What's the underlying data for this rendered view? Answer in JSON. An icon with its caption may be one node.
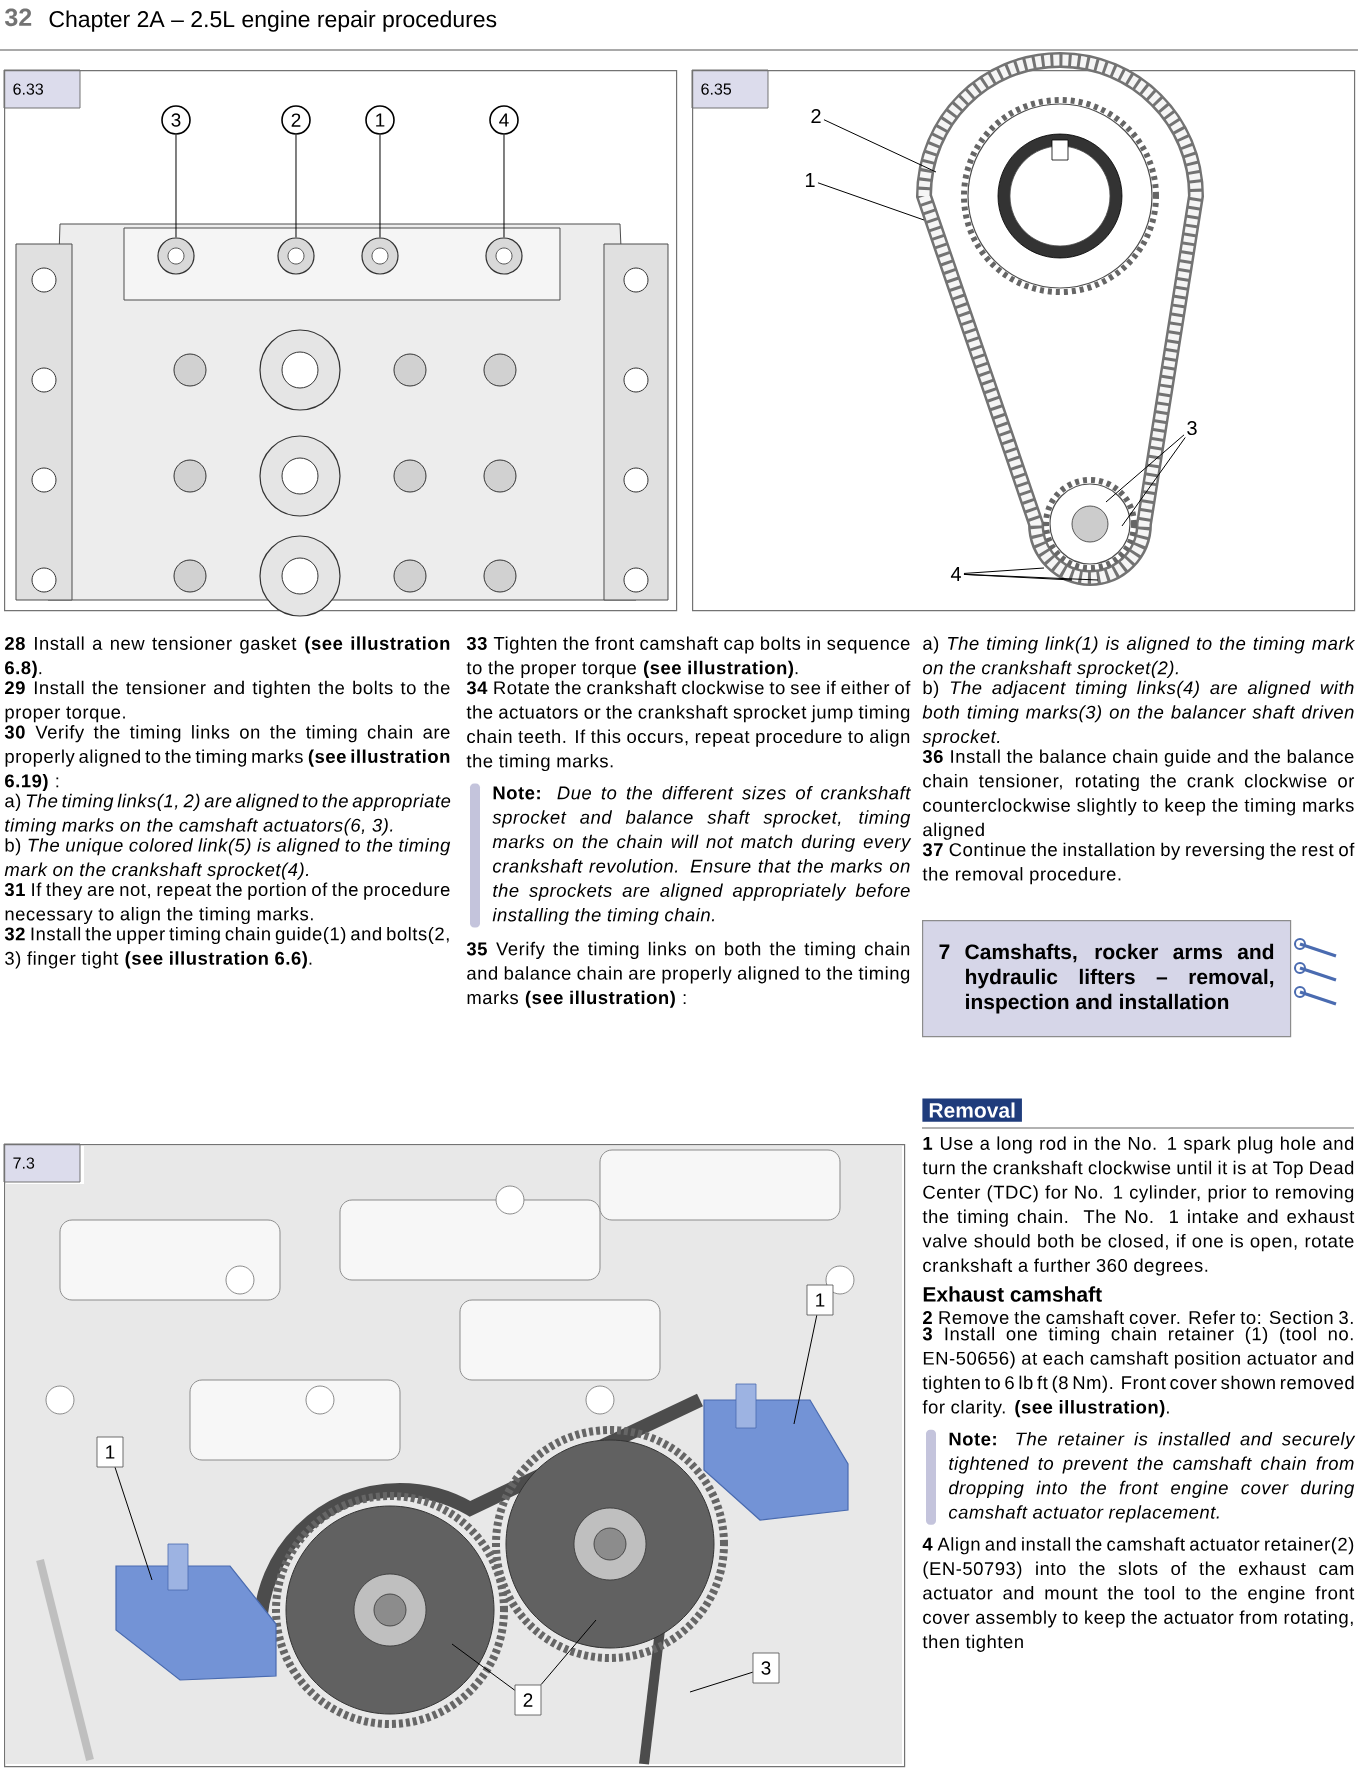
{
  "diagram": {
    "nodes": [
      {
        "text": [
          "6.33"
        ]
      },
      {
        "text": [
          "3"
        ],
        "in": 0
      },
      {
        "text": [
          "2"
        ],
        "in": 0
      },
      {
        "text": [
          "1"
        ],
        "in": 0
      },
      {
        "text": [
          "4"
        ],
        "in": 0
      },
      {
        "text": [
          "6.35"
        ]
      },
      {
        "text": [
          "2"
        ],
        "in": 5
      },
      {
        "text": [
          "1"
        ],
        "in": 5
      },
      {
        "text": [
          "3"
        ],
        "in": 5
      },
      {
        "text": [
          "4"
        ],
        "in": 5
      },
      {
        "text": [
          "7 Camshafts, rocker arms and hydraulic lifters – removal, inspection and installation"
        ]
      },
      {
        "text": [
          "Removal"
        ]
      },
      {
        "text": [
          "7.3"
        ]
      },
      {
        "text": [
          "1"
        ],
        "in": 12
      },
      {
        "text": [
          "1"
        ],
        "in": 12
      },
      {
        "text": [
          "3"
        ],
        "in": 12
      },
      {
        "text": [
          "2"
        ],
        "in": 12
      },
      {
        "text": [],
        "shape": "circle",
        "in": 0
      },
      {
        "text": [],
        "shape": "circle",
        "in": 0
      },
      {
        "text": [],
        "shape": "circle",
        "in": 0
      },
      {
        "text": [],
        "shape": "circle",
        "in": 0
      }
    ],
    "edges": [
      {
        "from": 1,
        "to": 17,
        "arrow": "none"
      },
      {
        "from": 2,
        "to": 18,
        "arrow": "none"
      },
      {
        "from": 3,
        "to": 19,
        "arrow": "none"
      },
      {
        "from": 4,
        "to": 20,
        "arrow": "none"
      },
      {
        "from": 6,
        "to": null,
        "arrow": "none"
      },
      {
        "from": 7,
        "to": null,
        "arrow": "none"
      },
      {
        "from": 8,
        "to": null,
        "arrow": "none"
      },
      {
        "from": 8,
        "to": null,
        "arrow": "none"
      },
      {
        "from": 9,
        "to": null,
        "arrow": "none"
      },
      {
        "from": 9,
        "to": null,
        "arrow": "none"
      },
      {
        "from": 9,
        "to": null,
        "arrow": "none"
      },
      {
        "from": 13,
        "to": null,
        "arrow": "none"
      },
      {
        "from": 14,
        "to": null,
        "arrow": "none"
      },
      {
        "from": 15,
        "to": null,
        "arrow": "none"
      },
      {
        "from": 16,
        "to": null,
        "arrow": "none"
      },
      {
        "from": 16,
        "to": null,
        "arrow": "none"
      }
    ],
    "labels": [
      "32",
      "Chapter 2A – 2.5L engine repair procedures",
      "**28** Install a new tensioner gasket **(see illustration 6.8)**.",
      "**29** Install the tensioner and tighten the bolts to the proper torque.",
      "**30** Verify the timing links on the timing chain are properly aligned to the timing marks **(see illustration 6.19)** :",
      "a) *The timing links(1, 2) are aligned to the appropriate timing marks on the camshaft actuators(6, 3).*",
      "b) *The unique colored link(5) is aligned to the timing mark on the crankshaft sprocket(4).*",
      "**31** If they are not, repeat the portion of the procedure necessary to align the timing marks.",
      "**32** Install the upper timing chain guide(1) and bolts(2, 3) finger tight **(see illustration 6.6)**.",
      "**33** Tighten the front camshaft cap bolts in sequence to the proper torque **(see illustration)**.",
      "**34** Rotate the crankshaft clockwise to see if either of the actuators or the crankshaft sprocket jump timing chain teeth. If this occurs, repeat procedure to align the timing marks.",
      "**Note:** *Due to the different sizes of crankshaft sprocket and balance shaft sprocket, timing marks on the chain will not match during every crankshaft revolution. Ensure that the marks on the sprockets are aligned appropriately before installing the timing chain.*",
      "**35** Verify the timing links on both the timing chain and balance chain are properly aligned to the timing marks **(see illustration)** :",
      "a) *The timing link(1) is aligned to the timing mark on the crankshaft sprocket(2).*",
      "b) *The adjacent timing links(4) are aligned with both timing marks(3) on the balancer shaft driven sprocket.*",
      "**36** Install the balance chain guide and the balance chain tensioner, rotating the crank clockwise or counterclockwise slightly to keep the timing marks aligned",
      "**37** Continue the installation by reversing the rest of the removal procedure.",
      "**1** Use a long rod in the No. 1 spark plug hole and turn the crankshaft clockwise until it is at Top Dead Center (TDC) for No. 1 cylinder, prior to removing the timing chain. The No. 1 intake and exhaust valve should both be closed, if one is open, rotate crankshaft a further 360 degrees.",
      "Exhaust camshaft",
      "**2** Remove the camshaft cover. Refer to: Section 3.",
      "**3** Install one timing chain retainer (1) (tool no. EN-50656) at each camshaft position actuator and tighten to 6 lb ft (8 Nm). Front cover shown removed for clarity. **(see illustration)**.",
      "**Note:** *The retainer is installed and securely tightened to prevent the camshaft chain from dropping into the front engine cover during camshaft actuator replacement.*",
      "**4** Align and install the camshaft actuator retainer(2) (EN-50793) into the slots of the exhaust cam actuator and mount the tool to the engine front cover assembly to keep the actuator from rotating, then tighten"
    ]
  }
}
